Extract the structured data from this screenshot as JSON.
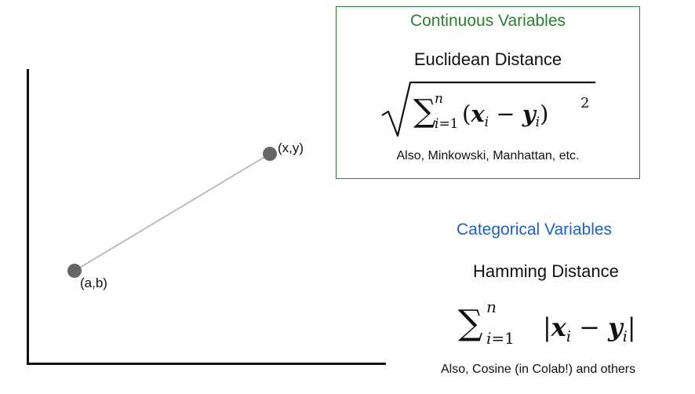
{
  "points": {
    "p1_label": "(x,y)",
    "p2_label": "(a,b)"
  },
  "continuous": {
    "title": "Continuous Variables",
    "metric": "Euclidean Distance",
    "note": "Also, Minkowski, Manhattan, etc."
  },
  "categorical": {
    "title": "Categorical Variables",
    "metric": "Hamming Distance",
    "note": "Also, Cosine (in Colab!) and others"
  },
  "colors": {
    "continuous": "#2e7d32",
    "categorical": "#1e62c0",
    "point": "#666666",
    "line": "#bdbdbd"
  }
}
